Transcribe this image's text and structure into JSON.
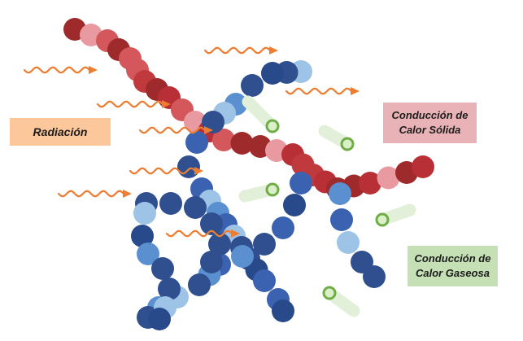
{
  "labels": {
    "radiation": "Radiación",
    "solid_line1": "Conducción de",
    "solid_line2": "Calor Sólida",
    "gas_line1": "Conducción de",
    "gas_line2": "Calor Gaseosa"
  },
  "icons": {
    "radiation_wave": "wavy-arrow-icon",
    "gas_molecule": "gas-molecule-icon"
  },
  "colors": {
    "radiation_box": "#fcc79a",
    "solid_box": "#e9b2b6",
    "gas_box": "#c5e0b4",
    "wave": "#ed7d31",
    "red_palette": [
      "#9e2a2b",
      "#c0393d",
      "#d4585b",
      "#e99aa0",
      "#b82f35"
    ],
    "blue_palette": [
      "#2f4f8f",
      "#3a62b0",
      "#5a8fd0",
      "#9dc3e6",
      "#294a8a"
    ],
    "gas_green": "#70ad47",
    "gas_trail": "#e2f0d9"
  }
}
